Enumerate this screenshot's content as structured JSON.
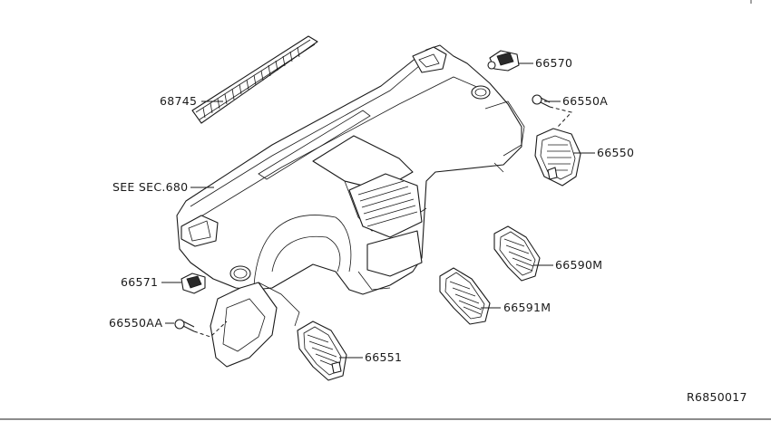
{
  "labels": {
    "p68745": "68745",
    "see_sec": "SEE SEC.680",
    "p66570": "66570",
    "p66550A": "66550A",
    "p66550": "66550",
    "p66590M": "66590M",
    "p66571": "66571",
    "p66591M": "66591M",
    "p66550AA": "66550AA",
    "p66551": "66551",
    "ref_code": "R6850017"
  }
}
